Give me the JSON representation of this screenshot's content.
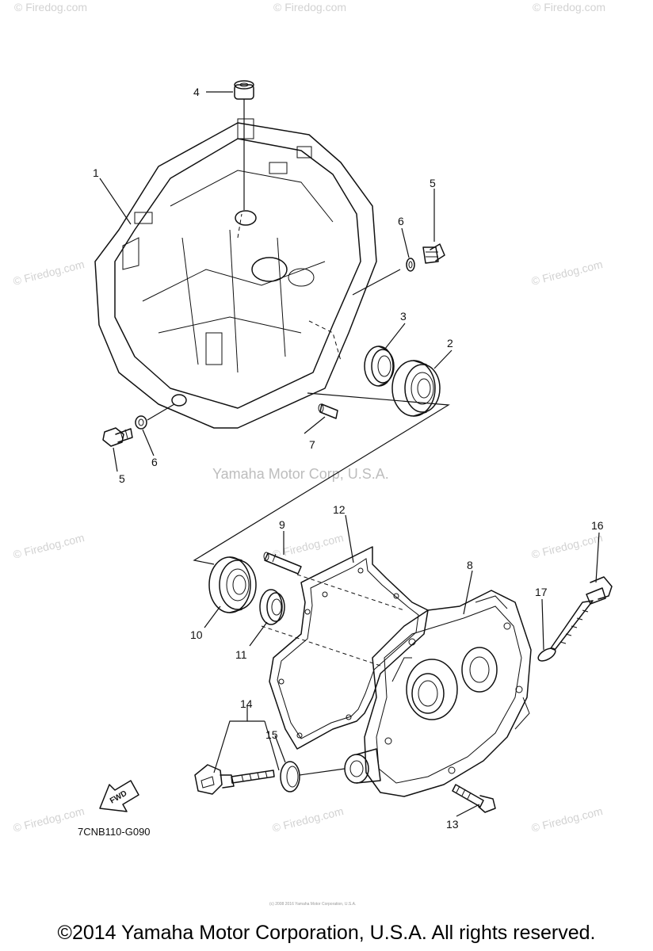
{
  "diagram_code": "7CNB110-G090",
  "copyright": "©2014 Yamaha Motor Corporation, U.S.A. All rights reserved.",
  "center_watermark": "Yamaha Motor Corp, U.S.A.",
  "watermark_text": "© Firedog.com",
  "fine_print": "(c) 2008 2016 Yamaha Motor Corporation, U.S.A.",
  "fwd_label": "FWD",
  "labels": {
    "p1": "1",
    "p2": "2",
    "p3": "3",
    "p4": "4",
    "p5a": "5",
    "p5b": "5",
    "p6a": "6",
    "p6b": "6",
    "p7": "7",
    "p8": "8",
    "p9": "9",
    "p10": "10",
    "p11": "11",
    "p12": "12",
    "p13": "13",
    "p14": "14",
    "p15": "15",
    "p16": "16",
    "p17": "17"
  }
}
